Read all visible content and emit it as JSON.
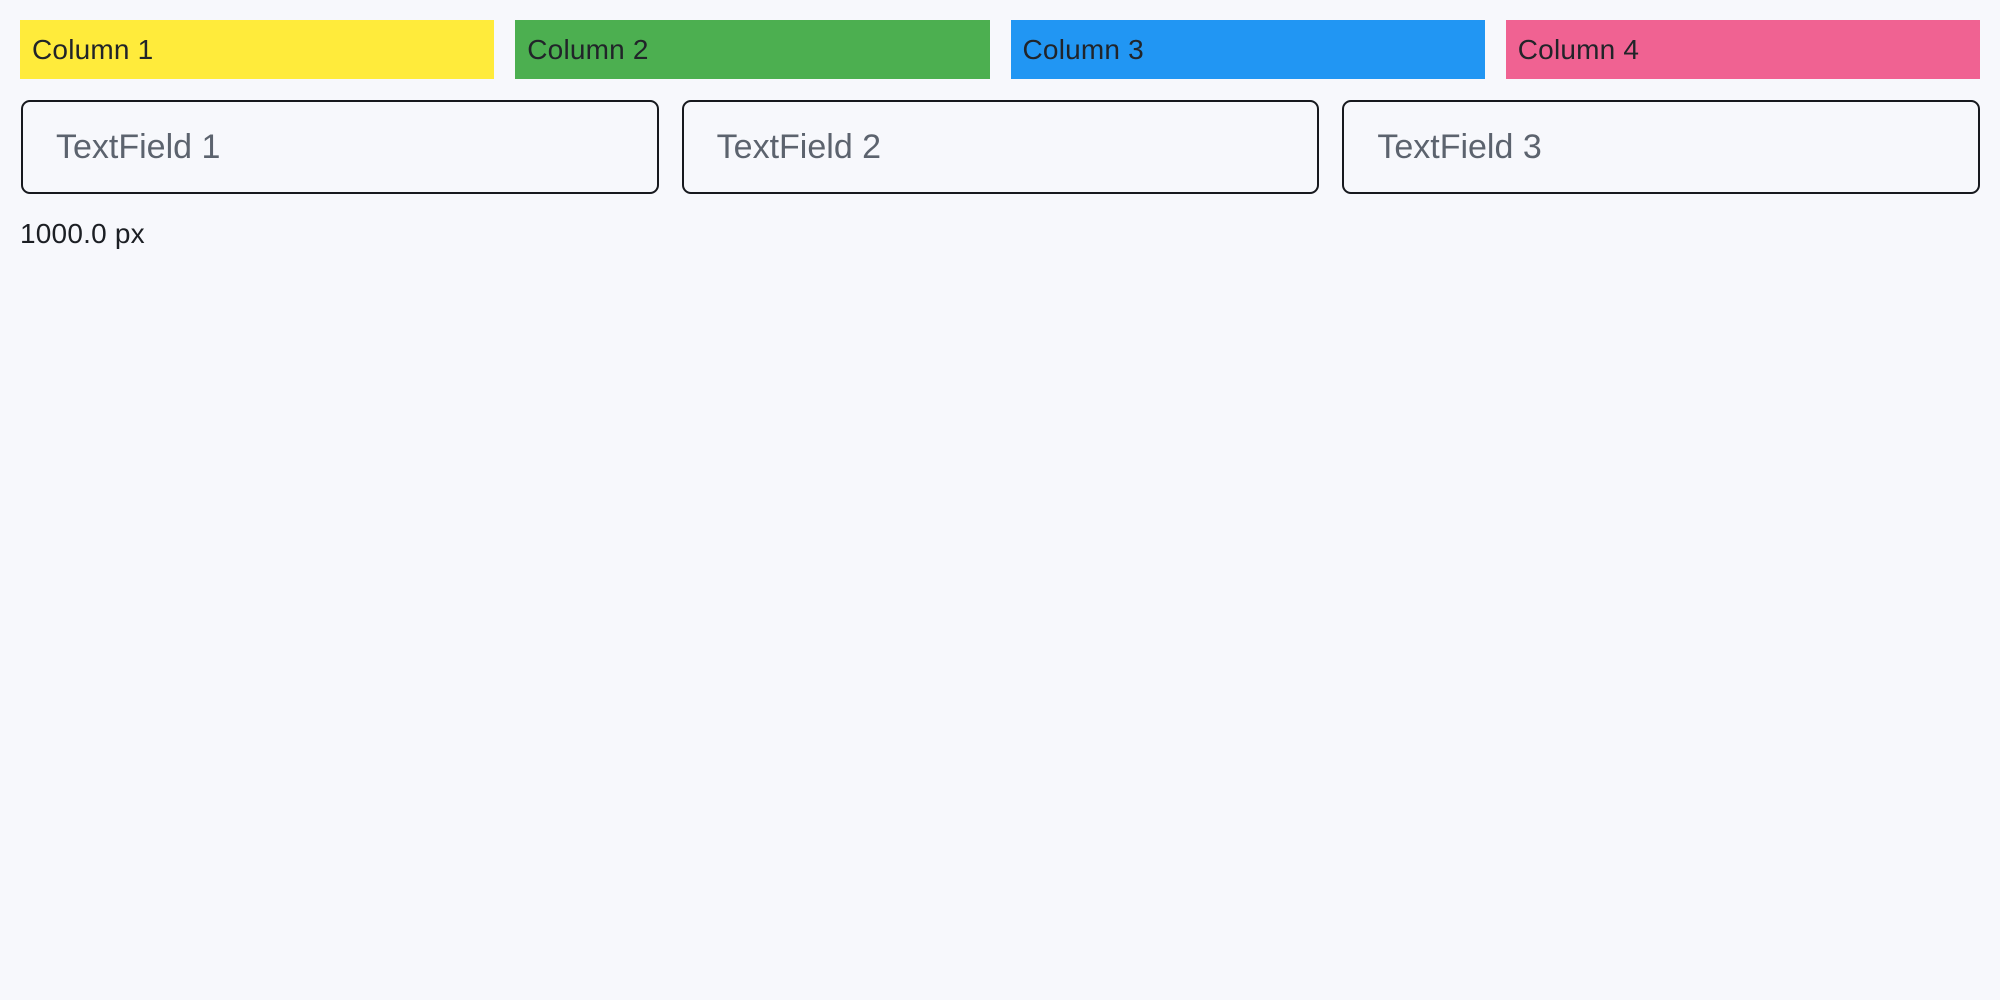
{
  "page": {
    "background_color": "#f7f8fc",
    "size_label": "1000.0 px"
  },
  "columns": [
    {
      "label": "Column 1",
      "color": "#ffeb3b"
    },
    {
      "label": "Column 2",
      "color": "#4caf50"
    },
    {
      "label": "Column 3",
      "color": "#2196f3"
    },
    {
      "label": "Column 4",
      "color": "#f06292"
    }
  ],
  "text_fields": [
    {
      "placeholder": "TextField 1",
      "value": ""
    },
    {
      "placeholder": "TextField 2",
      "value": ""
    },
    {
      "placeholder": "TextField 3",
      "value": ""
    }
  ],
  "styles": {
    "label_text_color": "#212429",
    "hint_text_color": "#5c636e",
    "field_border_color": "#17191e"
  }
}
